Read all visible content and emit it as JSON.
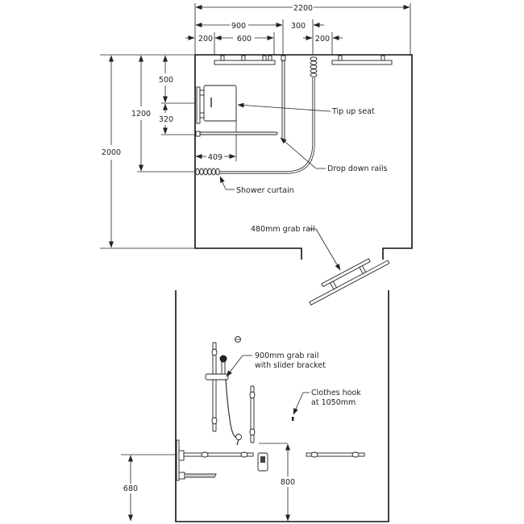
{
  "plan_view": {
    "dimensions": {
      "overall_width": "2200",
      "rail_offset": "900",
      "left_gap": "200",
      "rail_length": "600",
      "curtain_gap": "300",
      "right_gap": "200",
      "overall_depth": "2000",
      "curtain_depth": "1200",
      "seat_offset": "500",
      "seat_depth": "320",
      "seat_width": "409"
    },
    "labels": {
      "tip_up_seat": "Tip up seat",
      "drop_down_rails": "Drop down rails",
      "shower_curtain": "Shower curtain",
      "grab_rail_480": "480mm grab rail"
    }
  },
  "elevation_view": {
    "dimensions": {
      "seat_height": "680",
      "rail_height": "800"
    },
    "labels": {
      "grab_rail_900_line1": "900mm grab rail",
      "grab_rail_900_line2": "with slider bracket",
      "clothes_hook_line1": "Clothes hook",
      "clothes_hook_line2": "at 1050mm"
    }
  }
}
